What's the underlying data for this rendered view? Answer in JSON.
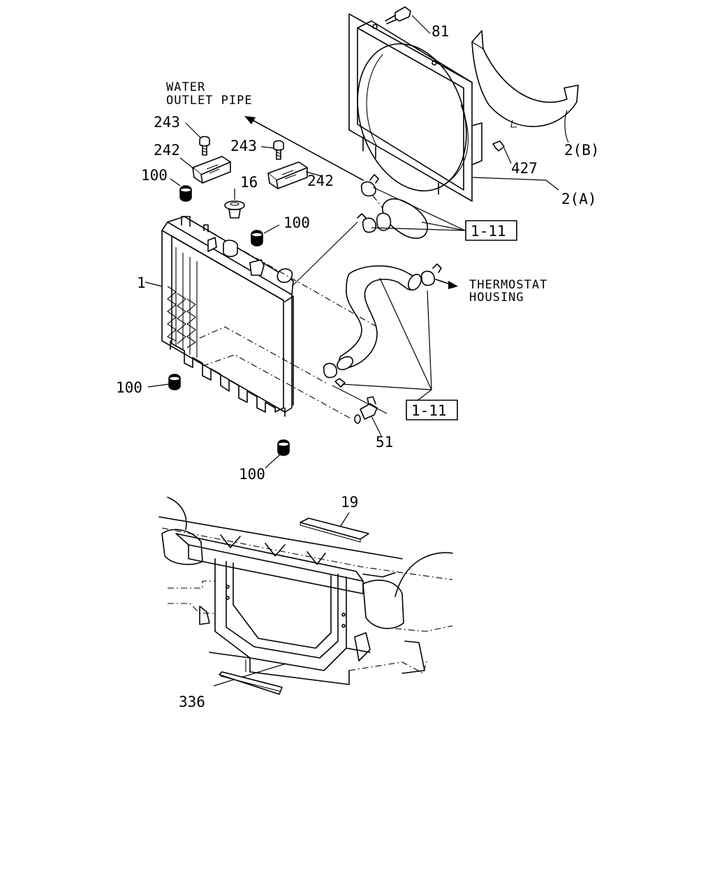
{
  "labels": {
    "water_outlet_line1": "WATER",
    "water_outlet_line2": "OUTLET PIPE",
    "thermostat_line1": "THERMOSTAT",
    "thermostat_line2": "HOUSING",
    "p81": "81",
    "p2b": "2(B)",
    "p427": "427",
    "p2a": "2(A)",
    "p243_left": "243",
    "p243_right": "243",
    "p242_left": "242",
    "p242_right": "242",
    "p100_top_left": "100",
    "p16": "16",
    "p100_top_right": "100",
    "p1": "1",
    "ref_upper": "1-11",
    "ref_lower": "1-11",
    "p100_bottom_left": "100",
    "p51": "51",
    "p100_bottom": "100",
    "p19": "19",
    "p336": "336"
  }
}
